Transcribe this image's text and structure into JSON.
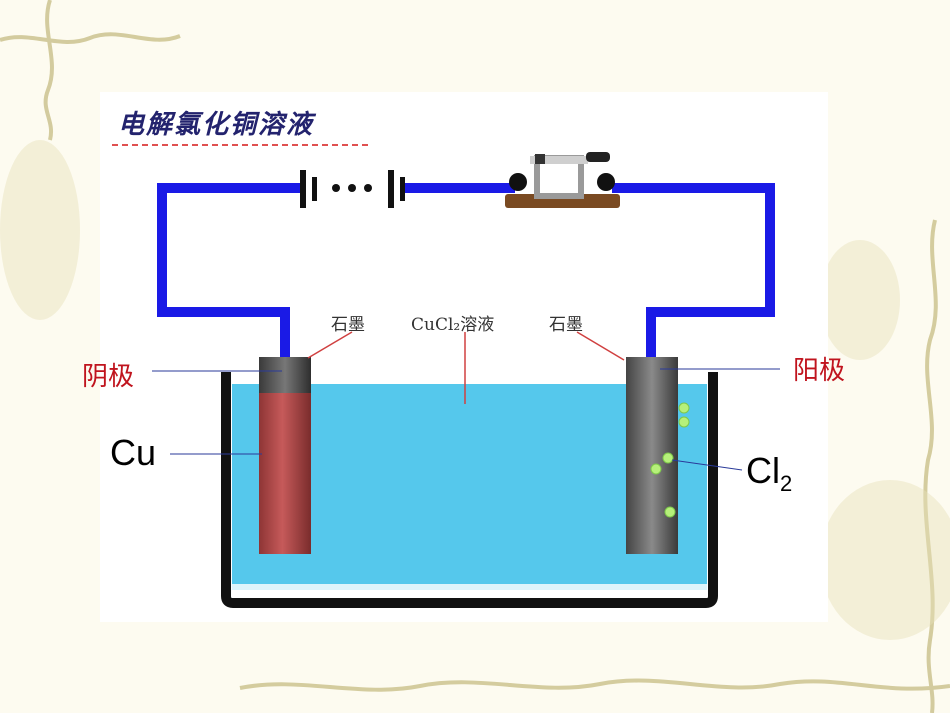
{
  "title": "电解氯化铜溶液",
  "labels": {
    "graphite_left": "石墨",
    "solution": "CuCl₂溶液",
    "graphite_right": "石墨",
    "cathode": "阴极",
    "anode": "阳极",
    "cathode_product": "Cu",
    "anode_product_base": "Cl",
    "anode_product_sub": "2"
  },
  "colors": {
    "wire": "#1a1ae6",
    "solution": "#55c8ec",
    "cathode_rod": "#b04848",
    "anode_rod": "#5c5c5c",
    "label_red": "#c0141e",
    "title": "#23236e"
  }
}
